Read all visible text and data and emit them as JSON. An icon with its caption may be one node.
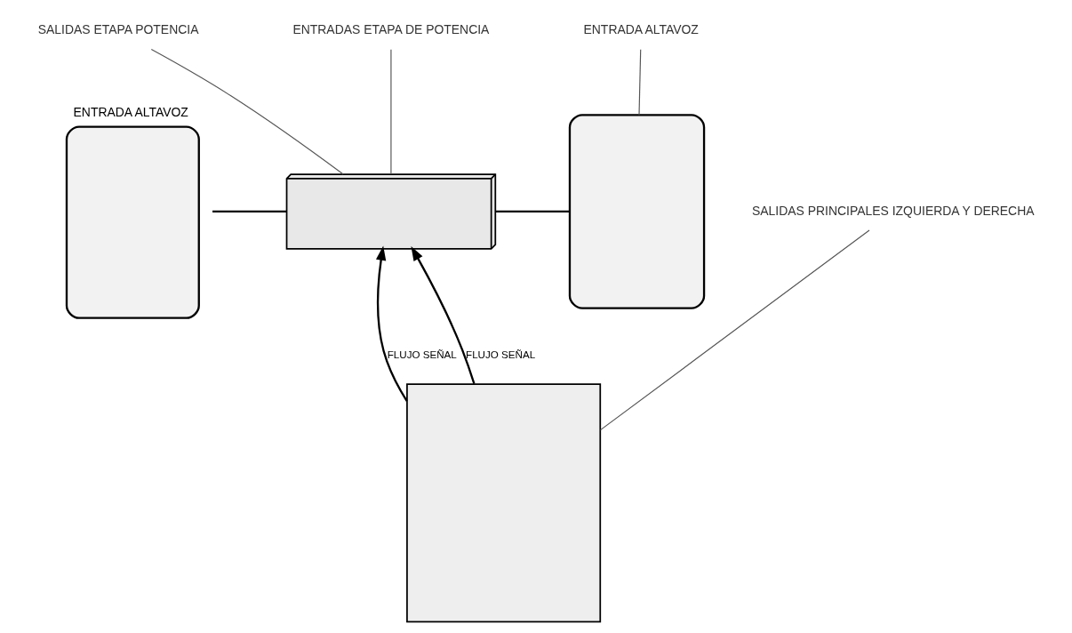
{
  "diagram": {
    "nodes": [
      {
        "text": [],
        "shape": "speaker",
        "beside": [
          "ENTRADA ALTAVOZ"
        ]
      },
      {
        "text": [
          "SALIDAS ETAPA POTENCIA"
        ]
      },
      {
        "text": [],
        "shape": "amplifier"
      },
      {
        "text": [
          "ENTRADAS ETAPA DE POTENCIA"
        ]
      },
      {
        "text": [
          "ENTRADA ALTAVOZ"
        ]
      },
      {
        "text": [],
        "shape": "speaker"
      },
      {
        "text": [
          "SALIDAS PRINCIPALES IZQUIERDA Y DERECHA"
        ]
      },
      {
        "text": [],
        "shape": "mixer"
      }
    ],
    "edges": [
      {
        "from": 2,
        "to": 0,
        "arrow": "none"
      },
      {
        "from": 2,
        "to": 5,
        "arrow": "none"
      },
      {
        "from": 1,
        "to": 2,
        "arrow": "none"
      },
      {
        "from": 3,
        "to": 2,
        "arrow": "none"
      },
      {
        "from": 4,
        "to": 5,
        "arrow": "none"
      },
      {
        "from": 6,
        "to": 7,
        "arrow": "none"
      },
      {
        "from": 7,
        "to": 2,
        "label": "FLUJO SEÑAL",
        "arrow": "to"
      },
      {
        "from": 7,
        "to": 2,
        "label": "FLUJO SEÑAL",
        "arrow": "to"
      }
    ]
  }
}
